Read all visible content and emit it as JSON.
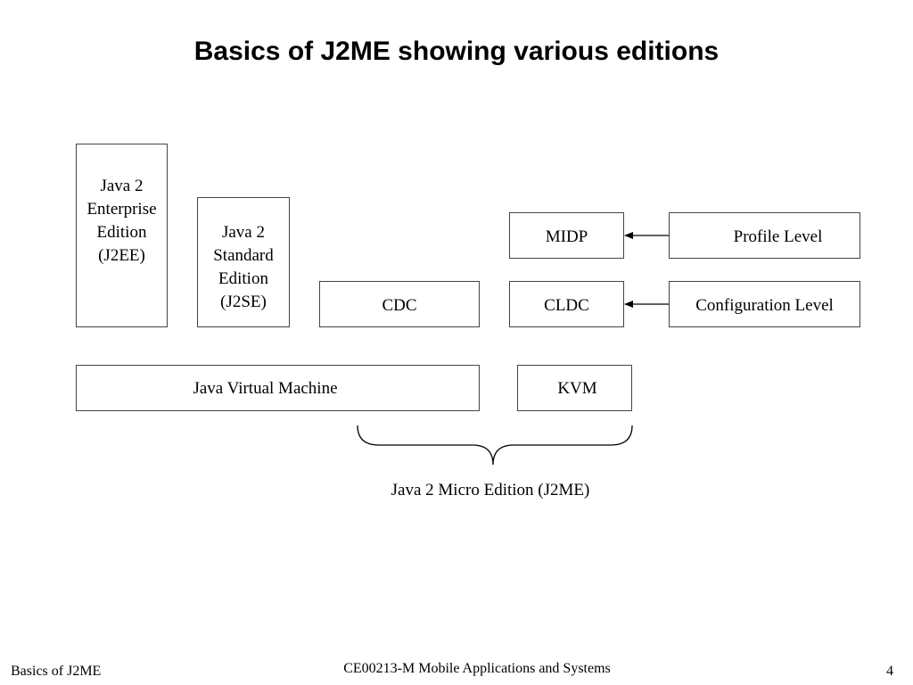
{
  "title": "Basics of J2ME showing various editions",
  "diagram": {
    "j2ee": [
      "Java 2",
      "Enterprise",
      "Edition",
      "(J2EE)"
    ],
    "j2se": [
      "Java 2",
      "Standard",
      "Edition",
      "(J2SE)"
    ],
    "cdc": "CDC",
    "midp": "MIDP",
    "cldc": "CLDC",
    "profile_level": "Profile Level",
    "configuration_level": "Configuration Level",
    "jvm": "Java Virtual Machine",
    "kvm": "KVM",
    "j2me_caption": "Java 2 Micro Edition (J2ME)"
  },
  "footer": {
    "left": "Basics of J2ME",
    "center": "CE00213-M Mobile Applications and Systems",
    "page_number": "4"
  },
  "colors": {
    "border": "#444444",
    "text": "#000000",
    "background": "#ffffff"
  }
}
